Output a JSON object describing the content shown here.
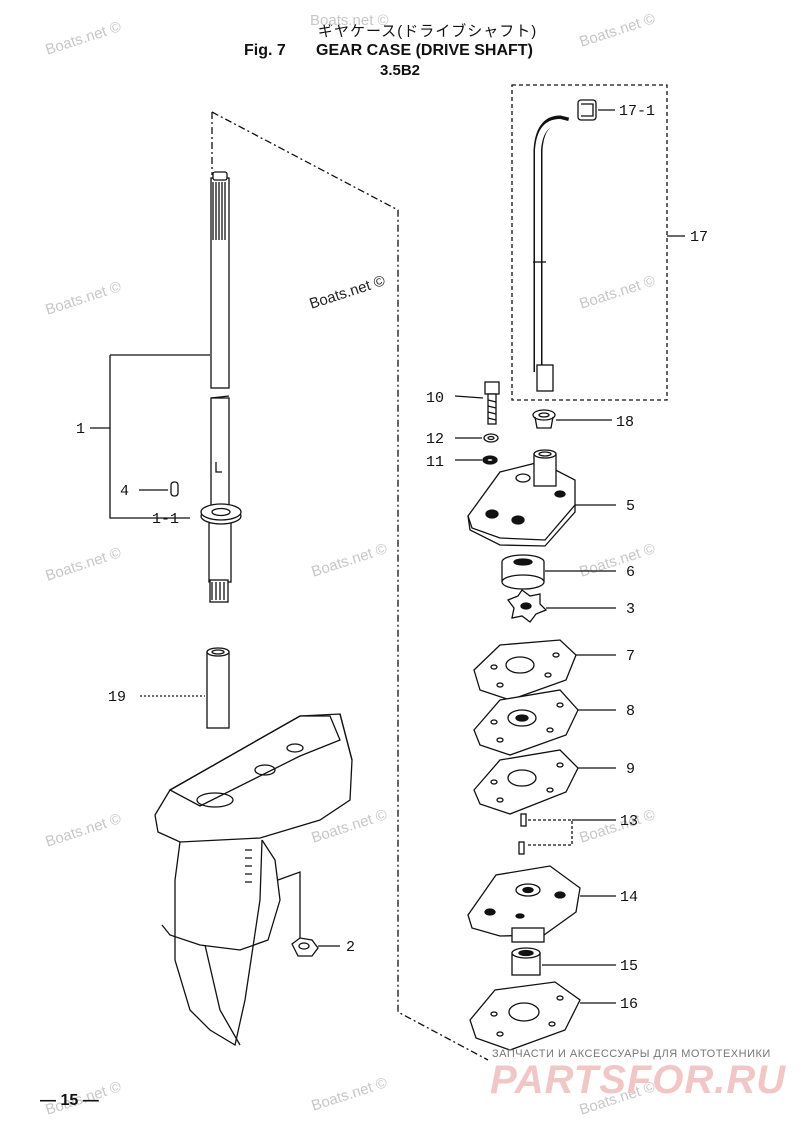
{
  "header": {
    "title_jp": "ギヤケース(ドライブシャフト)",
    "fig": "Fig. 7",
    "title": "GEAR CASE (DRIVE SHAFT)",
    "model": "3.5B2"
  },
  "footer": {
    "page_number": "— 15 —",
    "brand_caption": "ЗАПЧАСТИ И АКСЕССУАРЫ ДЛЯ МОТОТЕХНИКИ",
    "brand": "PARTSFOR.RU"
  },
  "watermark": "Boats.net ©",
  "callouts": [
    {
      "id": "c17-1",
      "text": "17-1"
    },
    {
      "id": "c17",
      "text": "17"
    },
    {
      "id": "c10",
      "text": "10"
    },
    {
      "id": "c18",
      "text": "18"
    },
    {
      "id": "c12",
      "text": "12"
    },
    {
      "id": "c11",
      "text": "11"
    },
    {
      "id": "c5",
      "text": "5"
    },
    {
      "id": "c1",
      "text": "1"
    },
    {
      "id": "c4",
      "text": "4"
    },
    {
      "id": "c1-1",
      "text": "1-1"
    },
    {
      "id": "c6",
      "text": "6"
    },
    {
      "id": "c3",
      "text": "3"
    },
    {
      "id": "c7",
      "text": "7"
    },
    {
      "id": "c19",
      "text": "19"
    },
    {
      "id": "c8",
      "text": "8"
    },
    {
      "id": "c9",
      "text": "9"
    },
    {
      "id": "c13",
      "text": "13"
    },
    {
      "id": "c14",
      "text": "14"
    },
    {
      "id": "c2",
      "text": "2"
    },
    {
      "id": "c15",
      "text": "15"
    },
    {
      "id": "c16",
      "text": "16"
    }
  ],
  "colors": {
    "line": "#111111",
    "watermark": "#c7c7c7",
    "brand": "#f3c6c6"
  }
}
